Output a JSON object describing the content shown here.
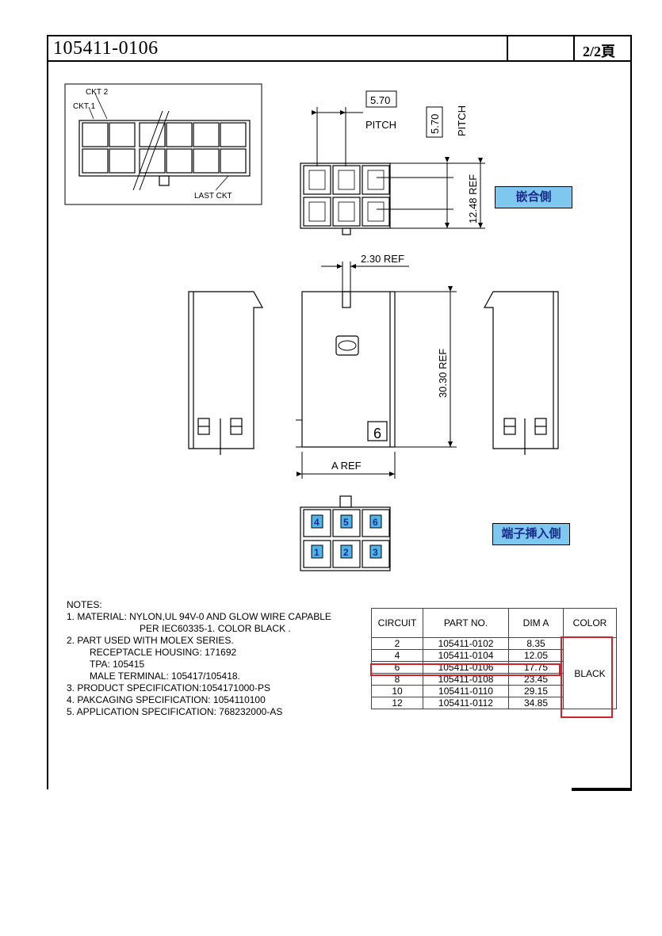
{
  "header": {
    "part_number": "105411-0106",
    "page": "2/2頁"
  },
  "views": {
    "ckt2_label": "CKT 2",
    "ckt1_label": "CKT 1",
    "last_ckt_label": "LAST CKT",
    "pitch_value": "5.70",
    "pitch_label": "PITCH",
    "height_ref": "12.48 REF",
    "mating_side": "嵌合側",
    "width_ref": "2.30 REF",
    "length_ref": "30.30 REF",
    "a_ref": "A REF",
    "circuit_mark": "6",
    "terminal_side": "端子挿入側",
    "pins_top": [
      "4",
      "5",
      "6"
    ],
    "pins_bottom": [
      "1",
      "2",
      "3"
    ]
  },
  "notes": {
    "heading": "NOTES:",
    "line1": "1. MATERIAL:  NYLON,UL 94V-0 AND GLOW WIRE CAPABLE",
    "line1b": "PER IEC60335-1. COLOR BLACK .",
    "line2": "2. PART USED WITH MOLEX SERIES.",
    "line2a": "RECEPTACLE HOUSING: 171692",
    "line2b": "TPA: 105415",
    "line2c": "MALE TERMINAL: 105417/105418.",
    "line3": "3. PRODUCT SPECIFICATION:1054171000-PS",
    "line4": "4. PAKCAGING SPECIFICATION: 1054110100",
    "line5": "5. APPLICATION SPECIFICATION: 768232000-AS"
  },
  "table": {
    "headers": [
      "CIRCUIT",
      "PART NO.",
      "DIM A",
      "COLOR"
    ],
    "rows": [
      {
        "circuit": "2",
        "part": "105411-0102",
        "dim": "8.35"
      },
      {
        "circuit": "4",
        "part": "105411-0104",
        "dim": "12.05"
      },
      {
        "circuit": "6",
        "part": "105411-0106",
        "dim": "17.75"
      },
      {
        "circuit": "8",
        "part": "105411-0108",
        "dim": "23.45"
      },
      {
        "circuit": "10",
        "part": "105411-0110",
        "dim": "29.15"
      },
      {
        "circuit": "12",
        "part": "105411-0112",
        "dim": "34.85"
      }
    ],
    "color": "BLACK",
    "highlight_color": "#d4202a"
  }
}
